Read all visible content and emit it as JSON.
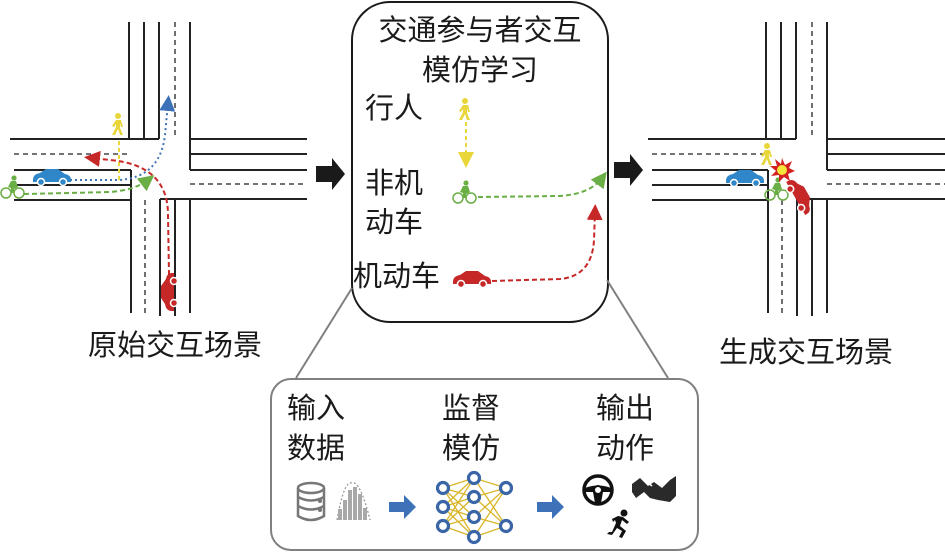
{
  "left_scene": {
    "caption": "原始交互场景"
  },
  "right_scene": {
    "caption": "生成交互场景"
  },
  "center_panel": {
    "title_line1": "交通参与者交互",
    "title_line2": "模仿学习",
    "agents": [
      {
        "label_lines": [
          "行人"
        ],
        "icon": "pedestrian-icon",
        "color": "#e8d63a"
      },
      {
        "label_lines": [
          "非机",
          "动车"
        ],
        "icon": "cyclist-icon",
        "color": "#6aae46"
      },
      {
        "label_lines": [
          "机动车"
        ],
        "icon": "car-icon",
        "color": "#c62828"
      }
    ]
  },
  "bottom_panel": {
    "steps": [
      {
        "label_lines": [
          "输入",
          "数据"
        ],
        "icons": [
          "database-icon",
          "histogram-icon"
        ]
      },
      {
        "label_lines": [
          "监督",
          "模仿"
        ],
        "icons": [
          "neural-network-icon"
        ]
      },
      {
        "label_lines": [
          "输出",
          "动作"
        ],
        "icons": [
          "steering-wheel-icon",
          "pedal-icon",
          "running-person-icon"
        ]
      }
    ]
  },
  "colors": {
    "pedestrian": "#e8d63a",
    "cyclist": "#6aae46",
    "car_blue": "#2f86c8",
    "car_red": "#c62828",
    "arrow_blue": "#3d72b8",
    "nn_node": "#3a66a8",
    "nn_edge": "#d9b62a",
    "callout": "#808080"
  }
}
